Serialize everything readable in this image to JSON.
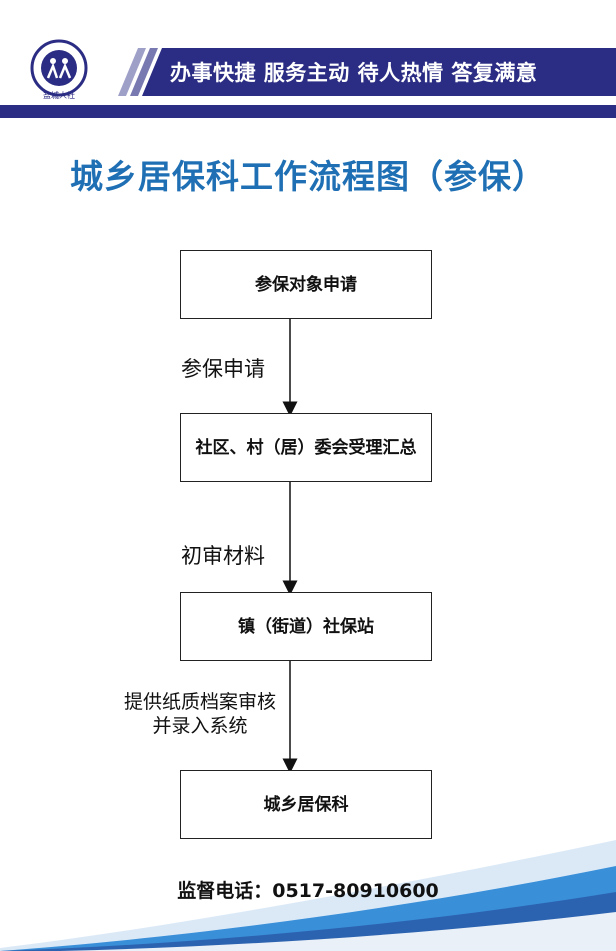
{
  "header": {
    "logo_caption": "盐城人社",
    "slogan": "办事快捷  服务主动  待人热情  答复满意"
  },
  "title": "城乡居保科工作流程图（参保）",
  "flow": {
    "steps": [
      {
        "text": "参保对象申请"
      },
      {
        "text": "社区、村（居）委会受理汇总"
      },
      {
        "text": "镇（街道）社保站"
      },
      {
        "text": "城乡居保科"
      }
    ],
    "edge_labels": [
      "参保申请",
      "初审材料",
      "提供纸质档案审核并录入系统"
    ]
  },
  "footer": {
    "contact": "监督电话：0517-80910600"
  },
  "colors": {
    "brand_navy": "#2b2c83",
    "title_blue": "#1f6fb4",
    "wave_blue": "#3a8fd9"
  }
}
